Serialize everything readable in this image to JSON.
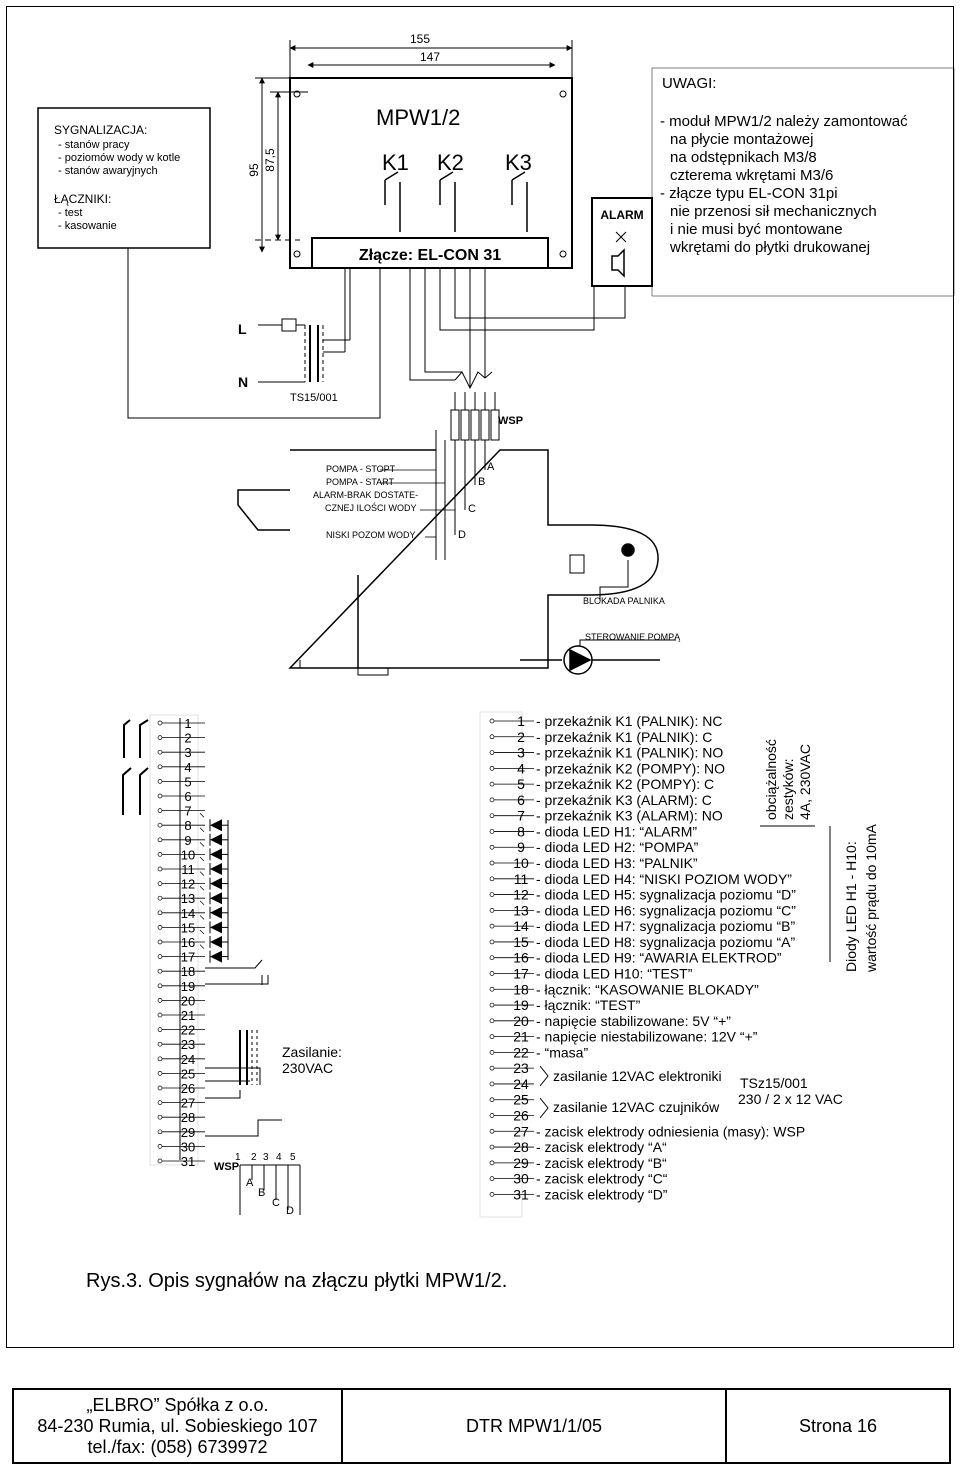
{
  "dims": {
    "d1": "155",
    "d2": "147",
    "d3": "95",
    "d4": "87,5"
  },
  "module": {
    "title": "MPW1/2",
    "k1": "K1",
    "k2": "K2",
    "k3": "K3",
    "connector": "Złącze: EL-CON 31"
  },
  "signal_box": {
    "title": "SYGNALIZACJA:",
    "lines": [
      "- stanów pracy",
      "- poziomów wody w kotle",
      "- stanów awaryjnych"
    ],
    "switch_title": "ŁĄCZNIKI:",
    "switch_lines": [
      "- test",
      "- kasowanie"
    ]
  },
  "alarm_label": "ALARM",
  "notes": {
    "title": "UWAGI:",
    "lines": [
      "- moduł MPW1/2 należy zamontować",
      "na płycie montażowej",
      "na odstępnikach M3/8",
      "czterema wkrętami M3/6",
      "- złącze typu EL-CON 31pi",
      "nie przenosi sił mechanicznych",
      "i nie musi być montowane",
      "wkrętami do płytki drukowanej"
    ]
  },
  "power": {
    "L": "L",
    "N": "N",
    "transformer": "TS15/001"
  },
  "boiler": {
    "wsp": "WSP",
    "labels": [
      "POMPA - STOPT",
      "POMPA - START",
      "ALARM-BRAK DOSTATE-",
      "CZNEJ ILOŚCI WODY",
      "NISKI POZOM WODY"
    ],
    "electrodes": [
      "A",
      "B",
      "C",
      "D"
    ],
    "burner_lock": "BLOKADA PALNIKA",
    "pump_control": "STEROWANIE POMPĄ"
  },
  "pin_numbers": [
    "1",
    "2",
    "3",
    "4",
    "5",
    "6",
    "7",
    "8",
    "9",
    "10",
    "11",
    "12",
    "13",
    "14",
    "15",
    "16",
    "17",
    "18",
    "19",
    "20",
    "21",
    "22",
    "23",
    "24",
    "25",
    "26",
    "27",
    "28",
    "29",
    "30",
    "31"
  ],
  "supply": {
    "line1": "Zasilanie:",
    "line2": "230VAC"
  },
  "wsp_block": {
    "label": "WSP",
    "nums": [
      "1",
      "2",
      "3",
      "4",
      "5"
    ],
    "letters": [
      "A",
      "B",
      "C",
      "D"
    ]
  },
  "pins": [
    {
      "num": "1",
      "desc": "-  przekaźnik K1 (PALNIK): NC"
    },
    {
      "num": "2",
      "desc": "-  przekaźnik K1 (PALNIK): C"
    },
    {
      "num": "3",
      "desc": "-  przekaźnik K1 (PALNIK): NO"
    },
    {
      "num": "4",
      "desc": "-  przekaźnik K2 (POMPY): NO"
    },
    {
      "num": "5",
      "desc": "-  przekaźnik K2 (POMPY): C"
    },
    {
      "num": "6",
      "desc": "-  przekaźnik K3 (ALARM): C"
    },
    {
      "num": "7",
      "desc": "-  przekaźnik K3 (ALARM): NO"
    },
    {
      "num": "8",
      "desc": "-  dioda LED H1: “ALARM”"
    },
    {
      "num": "9",
      "desc": "-  dioda LED H2: “POMPA”"
    },
    {
      "num": "10",
      "desc": "-  dioda LED H3: “PALNIK”"
    },
    {
      "num": "11",
      "desc": "-  dioda LED H4: “NISKI POZIOM WODY”"
    },
    {
      "num": "12",
      "desc": "-  dioda LED H5: sygnalizacja poziomu “D”"
    },
    {
      "num": "13",
      "desc": "-  dioda LED H6: sygnalizacja poziomu “C”"
    },
    {
      "num": "14",
      "desc": "-  dioda LED H7: sygnalizacja poziomu “B”"
    },
    {
      "num": "15",
      "desc": "-  dioda LED H8: sygnalizacja poziomu “A”"
    },
    {
      "num": "16",
      "desc": "-  dioda LED H9: “AWARIA ELEKTROD”"
    },
    {
      "num": "17",
      "desc": "-  dioda LED H10: “TEST”"
    },
    {
      "num": "18",
      "desc": "-  łącznik: “KASOWANIE BLOKADY”"
    },
    {
      "num": "19",
      "desc": "-  łącznik: “TEST”"
    },
    {
      "num": "20",
      "desc": "-  napięcie stabilizowane: 5V   “+”"
    },
    {
      "num": "21",
      "desc": "-  napięcie niestabilizowane: 12V   “+”"
    },
    {
      "num": "22",
      "desc": "-  “masa”"
    },
    {
      "num": "23",
      "desc": ""
    },
    {
      "num": "24",
      "desc": ""
    },
    {
      "num": "25",
      "desc": ""
    },
    {
      "num": "26",
      "desc": ""
    },
    {
      "num": "27",
      "desc": "-  zacisk elektrody odniesienia (masy): WSP"
    },
    {
      "num": "28",
      "desc": "-  zacisk elektrody “A“"
    },
    {
      "num": "29",
      "desc": "-  zacisk elektrody “B“"
    },
    {
      "num": "30",
      "desc": "-  zacisk elektrody “C“"
    },
    {
      "num": "31",
      "desc": "-  zacisk elektrody “D”"
    }
  ],
  "group_24": "zasilanie 12VAC elektroniki",
  "group_26": "zasilanie 12VAC czujników",
  "tsz": {
    "line1": "TSz15/001",
    "line2": "230 / 2 x 12 VAC"
  },
  "load": {
    "line1": "obciążalność",
    "line2": "zestyków:",
    "line3": "4A, 230VAC"
  },
  "diodes": {
    "line1": "Diody LED H1 - H10:",
    "line2": "wartość prądu do 10mA"
  },
  "caption": "Rys.3. Opis sygnałów na złączu płytki MPW1/2.",
  "footer": {
    "company": "„ELBRO” Spółka z o.o.",
    "address": "84-230 Rumia, ul. Sobieskiego 107",
    "phone": "tel./fax: (058) 6739972",
    "doc": "DTR MPW1/1/05",
    "page": "Strona 16"
  }
}
